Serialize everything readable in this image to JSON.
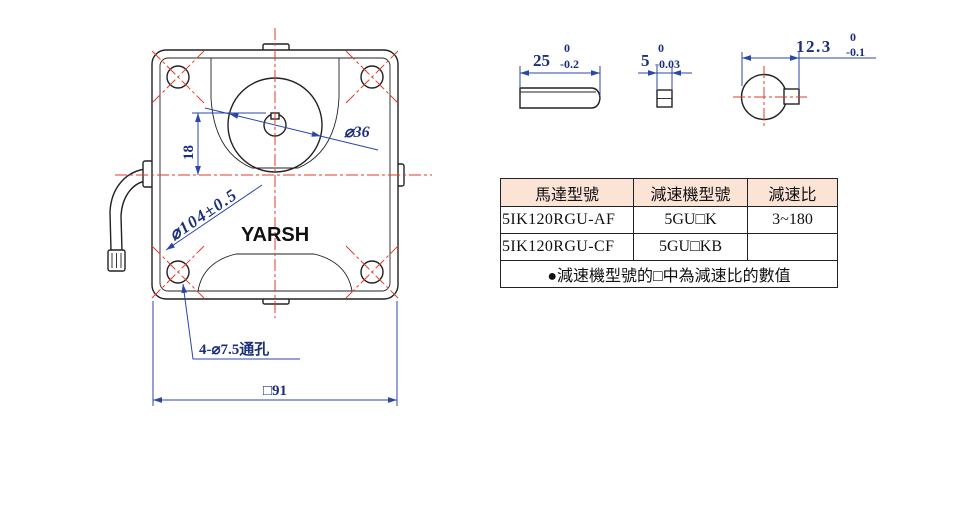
{
  "colors": {
    "outline": "#222222",
    "centerline": "#e23b2b",
    "dimension_line": "#2a47a8",
    "dimension_text": "#1c2f7a",
    "table_header_bg": "#fbe3d6"
  },
  "motor_front_view": {
    "brand": "YARSH",
    "dim_offset": "18",
    "dim_hub_diameter": "⌀36",
    "dim_bolt_circle": "⌀104±0.5",
    "dim_holes": "4-⌀7.5通孔",
    "dim_square": "□91"
  },
  "shaft_side_view": {
    "nominal": "25",
    "upper_tol": "0",
    "lower_tol": "-0.2"
  },
  "key_view": {
    "nominal": "5",
    "upper_tol": "0",
    "lower_tol": "-0.03"
  },
  "shaft_end_view": {
    "nominal": "12.3",
    "upper_tol": "0",
    "lower_tol": "-0.1"
  },
  "table": {
    "headers": [
      "馬達型號",
      "減速機型號",
      "減速比"
    ],
    "rows": [
      [
        "5IK120RGU-AF",
        "5GU□K",
        "3~180"
      ],
      [
        "5IK120RGU-CF",
        "5GU□KB",
        ""
      ]
    ],
    "note": "●減速機型號的□中為減速比的數值"
  }
}
